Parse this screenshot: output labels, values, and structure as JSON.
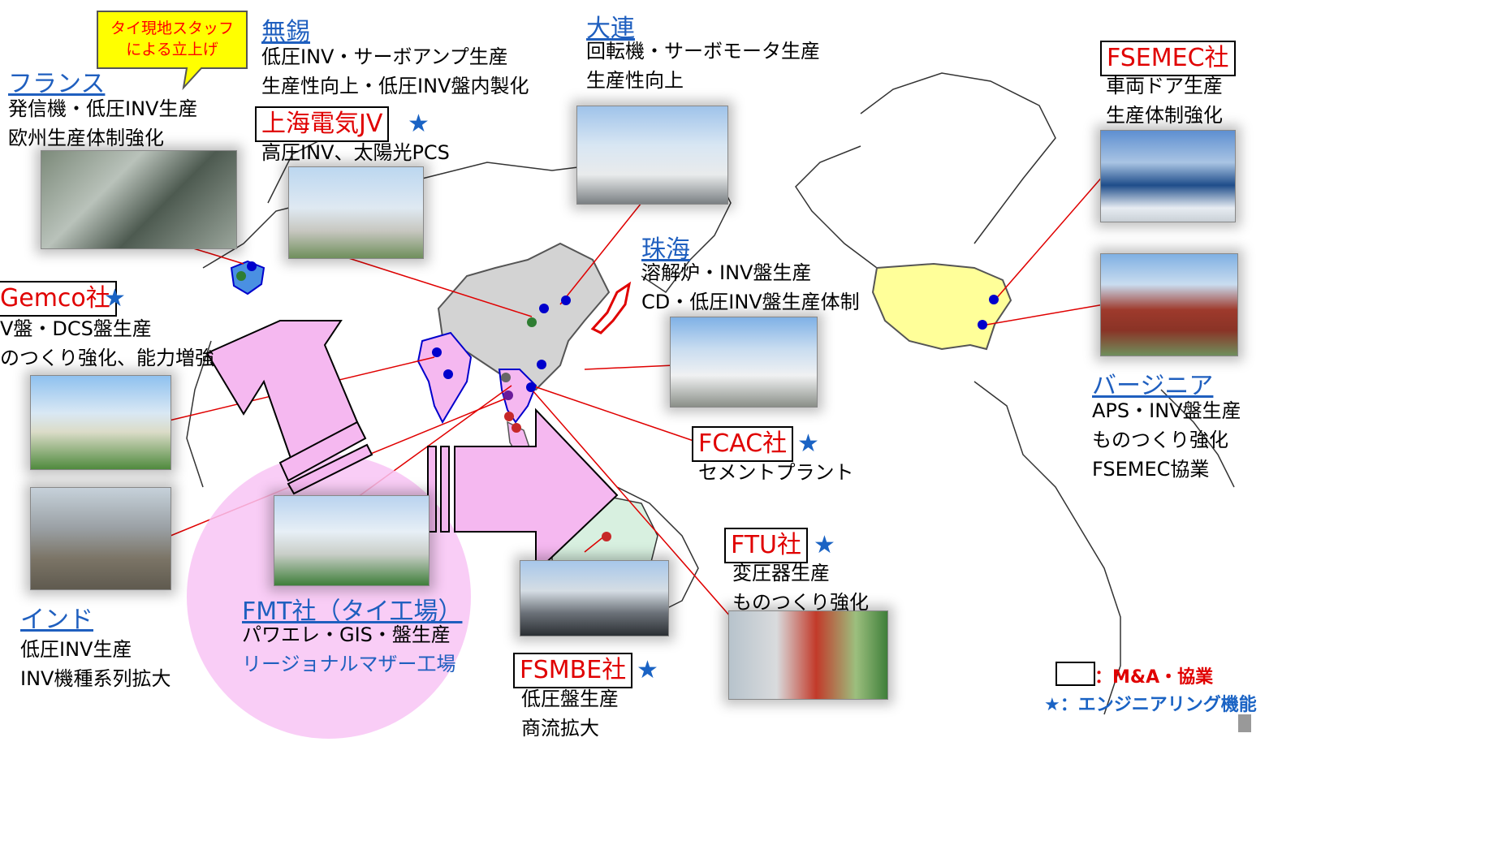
{
  "callout": {
    "line1": "タイ現地スタッフ",
    "line2": "による立上げ"
  },
  "sites": {
    "france": {
      "title": "フランス",
      "lines": [
        "発信機・低圧INV生産",
        "欧州生産体制強化"
      ]
    },
    "wuxi": {
      "title": "無錫",
      "lines": [
        "低圧INV・サーボアンプ生産",
        "生産性向上・低圧INV盤内製化"
      ]
    },
    "shanghai": {
      "title": "上海電気JV",
      "lines": [
        "高圧INV、太陽光PCS"
      ]
    },
    "dalian": {
      "title": "大連",
      "lines": [
        "回転機・サーボモータ生産",
        "生産性向上"
      ]
    },
    "zhuhai": {
      "title": "珠海",
      "lines": [
        "溶解炉・INV盤生産",
        "CD・低圧INV盤生産体制"
      ]
    },
    "gemco": {
      "title": "Gemco社",
      "lines": [
        "V盤・DCS盤生産",
        "のつくり強化、能力増強"
      ]
    },
    "india": {
      "title": "インド",
      "lines": [
        "低圧INV生産",
        "INV機種系列拡大"
      ]
    },
    "fmt": {
      "title": "FMT社（タイ工場）",
      "line1": "パワエレ・GIS・盤生産",
      "line2": "リージョナルマザー工場"
    },
    "fcac": {
      "title": "FCAC社",
      "lines": [
        "セメントプラント"
      ]
    },
    "fsmbe": {
      "title": "FSMBE社",
      "lines": [
        "低圧盤生産",
        "商流拡大"
      ]
    },
    "ftu": {
      "title": "FTU社",
      "lines": [
        "変圧器生産",
        "ものつくり強化"
      ]
    },
    "fsemec": {
      "title": "FSEMEC社",
      "lines": [
        "車両ドア生産",
        "生産体制強化"
      ]
    },
    "virginia": {
      "title": "バージニア",
      "lines": [
        "APS・INV盤生産",
        "ものつくり強化",
        "FSEMEC協業"
      ]
    }
  },
  "star_glyph": "★",
  "legend": {
    "ma_label": "：M&A・協業",
    "eng_label": "★：エンジニアリング機能"
  },
  "colors": {
    "link_blue": "#1f5fbf",
    "boxed_red": "#e00000",
    "star_blue": "#1a63c4",
    "china_fill": "#d3d3d3",
    "us_fill": "#ffff99",
    "thai_pink": "#f5b8f0",
    "aus_green": "#d8f0e0"
  }
}
